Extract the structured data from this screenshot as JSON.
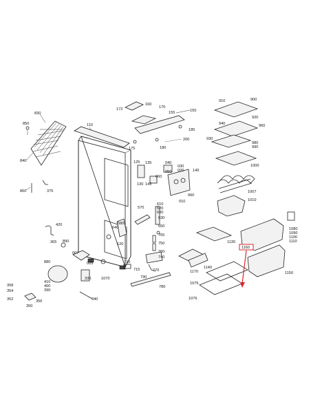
{
  "diagram": {
    "part_labels": {
      "p830": "830",
      "p850": "850",
      "p840": "840",
      "p860": "860",
      "p375": "375",
      "p110": "110",
      "p172": "172",
      "p160": "160",
      "p170": "170",
      "p155": "155",
      "p150": "150",
      "p185": "185",
      "p175": "175",
      "p180": "180",
      "p200": "200",
      "p910": "910",
      "p900": "900",
      "p920": "920",
      "p940": "940",
      "p960": "960",
      "p930": "930",
      "p980": "980",
      "p990": "990",
      "p1000": "1000",
      "p1007": "1007",
      "p1010": "1010",
      "p125": "125",
      "p135": "135",
      "p130": "130",
      "p145": "145",
      "p040": "040",
      "p030": "030",
      "p020": "020",
      "p050": "050",
      "p140": "140",
      "p060": "060",
      "p010": "010",
      "p060b": "060",
      "p570": "570",
      "p610": "610",
      "p620": "620",
      "p600": "600",
      "p630": "630",
      "p650": "650",
      "p580": "580",
      "p640": "640",
      "p120": "120",
      "p765": "765",
      "p750": "750",
      "p760": "760",
      "p740": "740",
      "p770": "770",
      "p420": "420",
      "p365": "365",
      "p890": "890",
      "p880": "880",
      "p007": "007",
      "p005": "005",
      "p710": "710",
      "p715": "715",
      "p1070": "1070",
      "p790": "790",
      "p780": "780",
      "p330": "330",
      "p410": "410",
      "p400": "400",
      "p390": "390",
      "p340": "340",
      "p358": "358",
      "p354": "354",
      "p352": "352",
      "p356": "356",
      "p350": "350",
      "p1130": "1130",
      "p1140": "1140",
      "p1170": "1170",
      "p1160": "1160",
      "p1150": "1150",
      "p1075": "1075",
      "p1076": "1076",
      "p1080": "1080",
      "p1090": "1090",
      "p1100": "1100",
      "p1110": "1110"
    },
    "highlight_color": "#d9262b"
  }
}
